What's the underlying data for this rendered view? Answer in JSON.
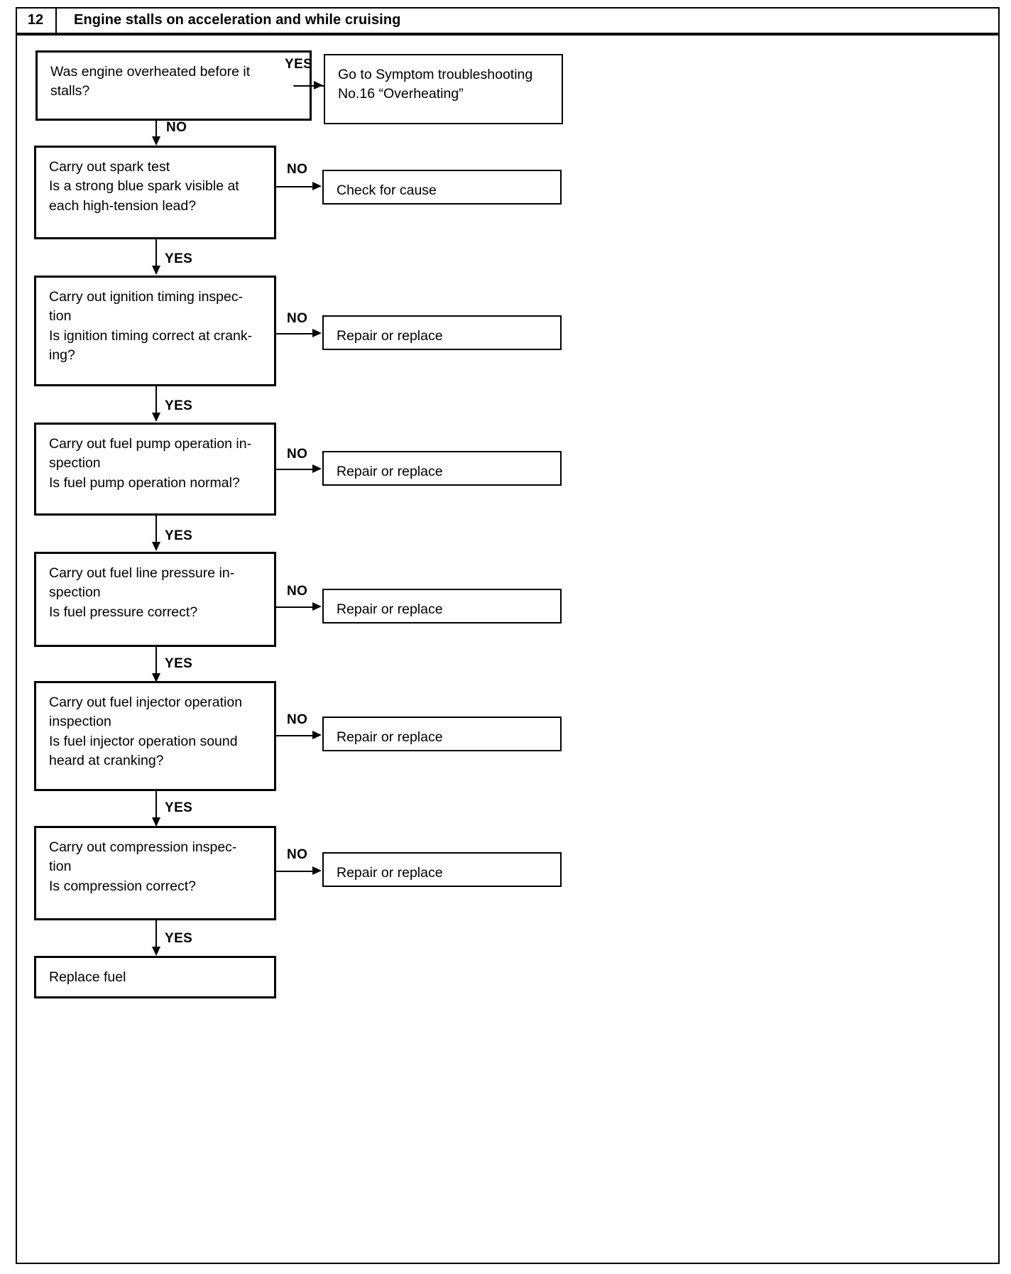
{
  "header": {
    "number": "12",
    "title": "Engine stalls on acceleration and while cruising"
  },
  "labels": {
    "yes": "YES",
    "no": "NO"
  },
  "nodes": {
    "q1": "Was engine overheated before it\nstalls?",
    "r1": "Go to Symptom troubleshooting\nNo.16 “Overheating”",
    "q2": "Carry out spark test\nIs a strong blue spark visible at\neach high-tension lead?",
    "r2": "Check for cause",
    "q3": "Carry out ignition timing inspec-\ntion\nIs ignition timing correct at crank-\ning?",
    "r3": "Repair or replace",
    "q4": "Carry out fuel pump operation in-\nspection\nIs fuel pump operation normal?",
    "r4": "Repair or replace",
    "q5": "Carry out fuel line pressure in-\nspection\nIs fuel pressure correct?",
    "r5": "Repair or replace",
    "q6": "Carry out fuel injector operation\ninspection\nIs fuel injector operation sound\nheard at cranking?",
    "r6": "Repair or replace",
    "q7": "Carry out compression inspec-\ntion\nIs compression correct?",
    "r7": "Repair or replace",
    "end": "Replace fuel"
  }
}
